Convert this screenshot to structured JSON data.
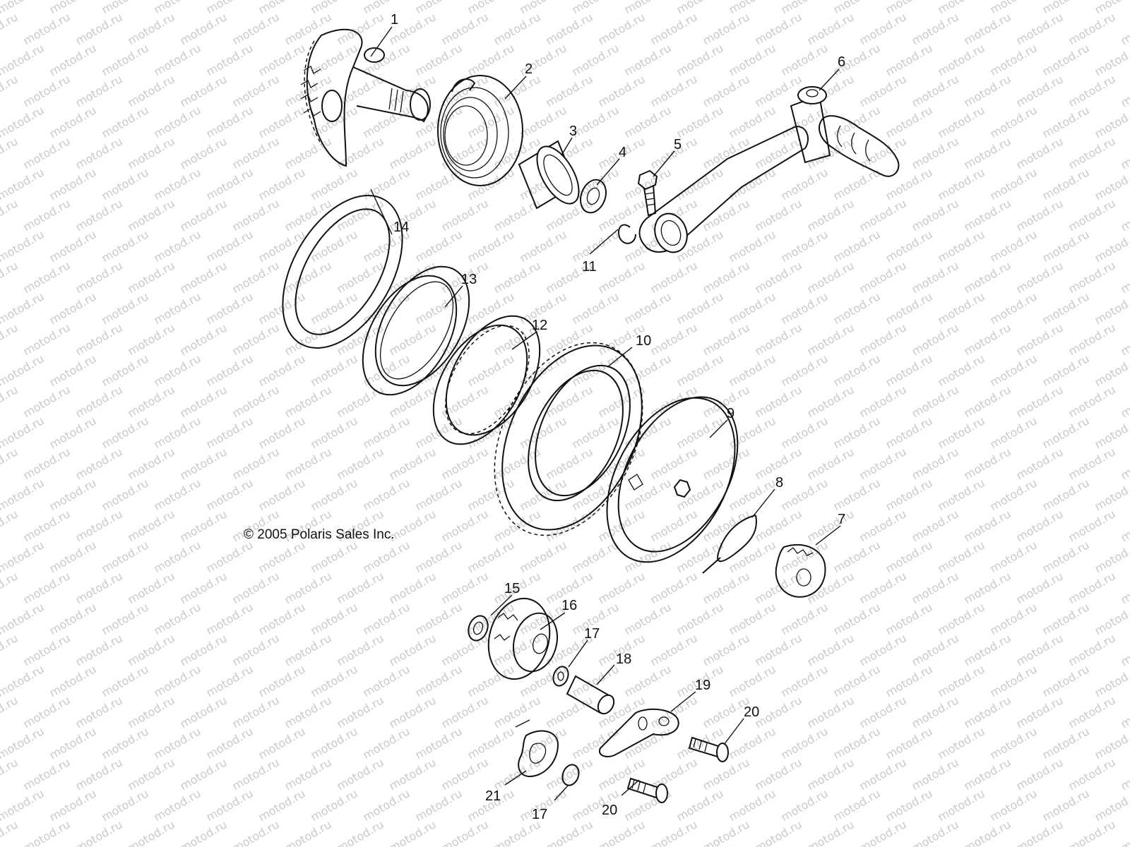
{
  "watermark": "motod.ru",
  "copyright": "© 2005 Polaris Sales Inc.",
  "callouts": {
    "c1": "1",
    "c2": "2",
    "c3": "3",
    "c4": "4",
    "c5": "5",
    "c6": "6",
    "c7": "7",
    "c8": "8",
    "c9": "9",
    "c10": "10",
    "c11": "11",
    "c12": "12",
    "c13": "13",
    "c14": "14",
    "c15": "15",
    "c16": "16",
    "c17a": "17",
    "c17b": "17",
    "c18": "18",
    "c19": "19",
    "c20a": "20",
    "c20b": "20",
    "c21": "21"
  }
}
